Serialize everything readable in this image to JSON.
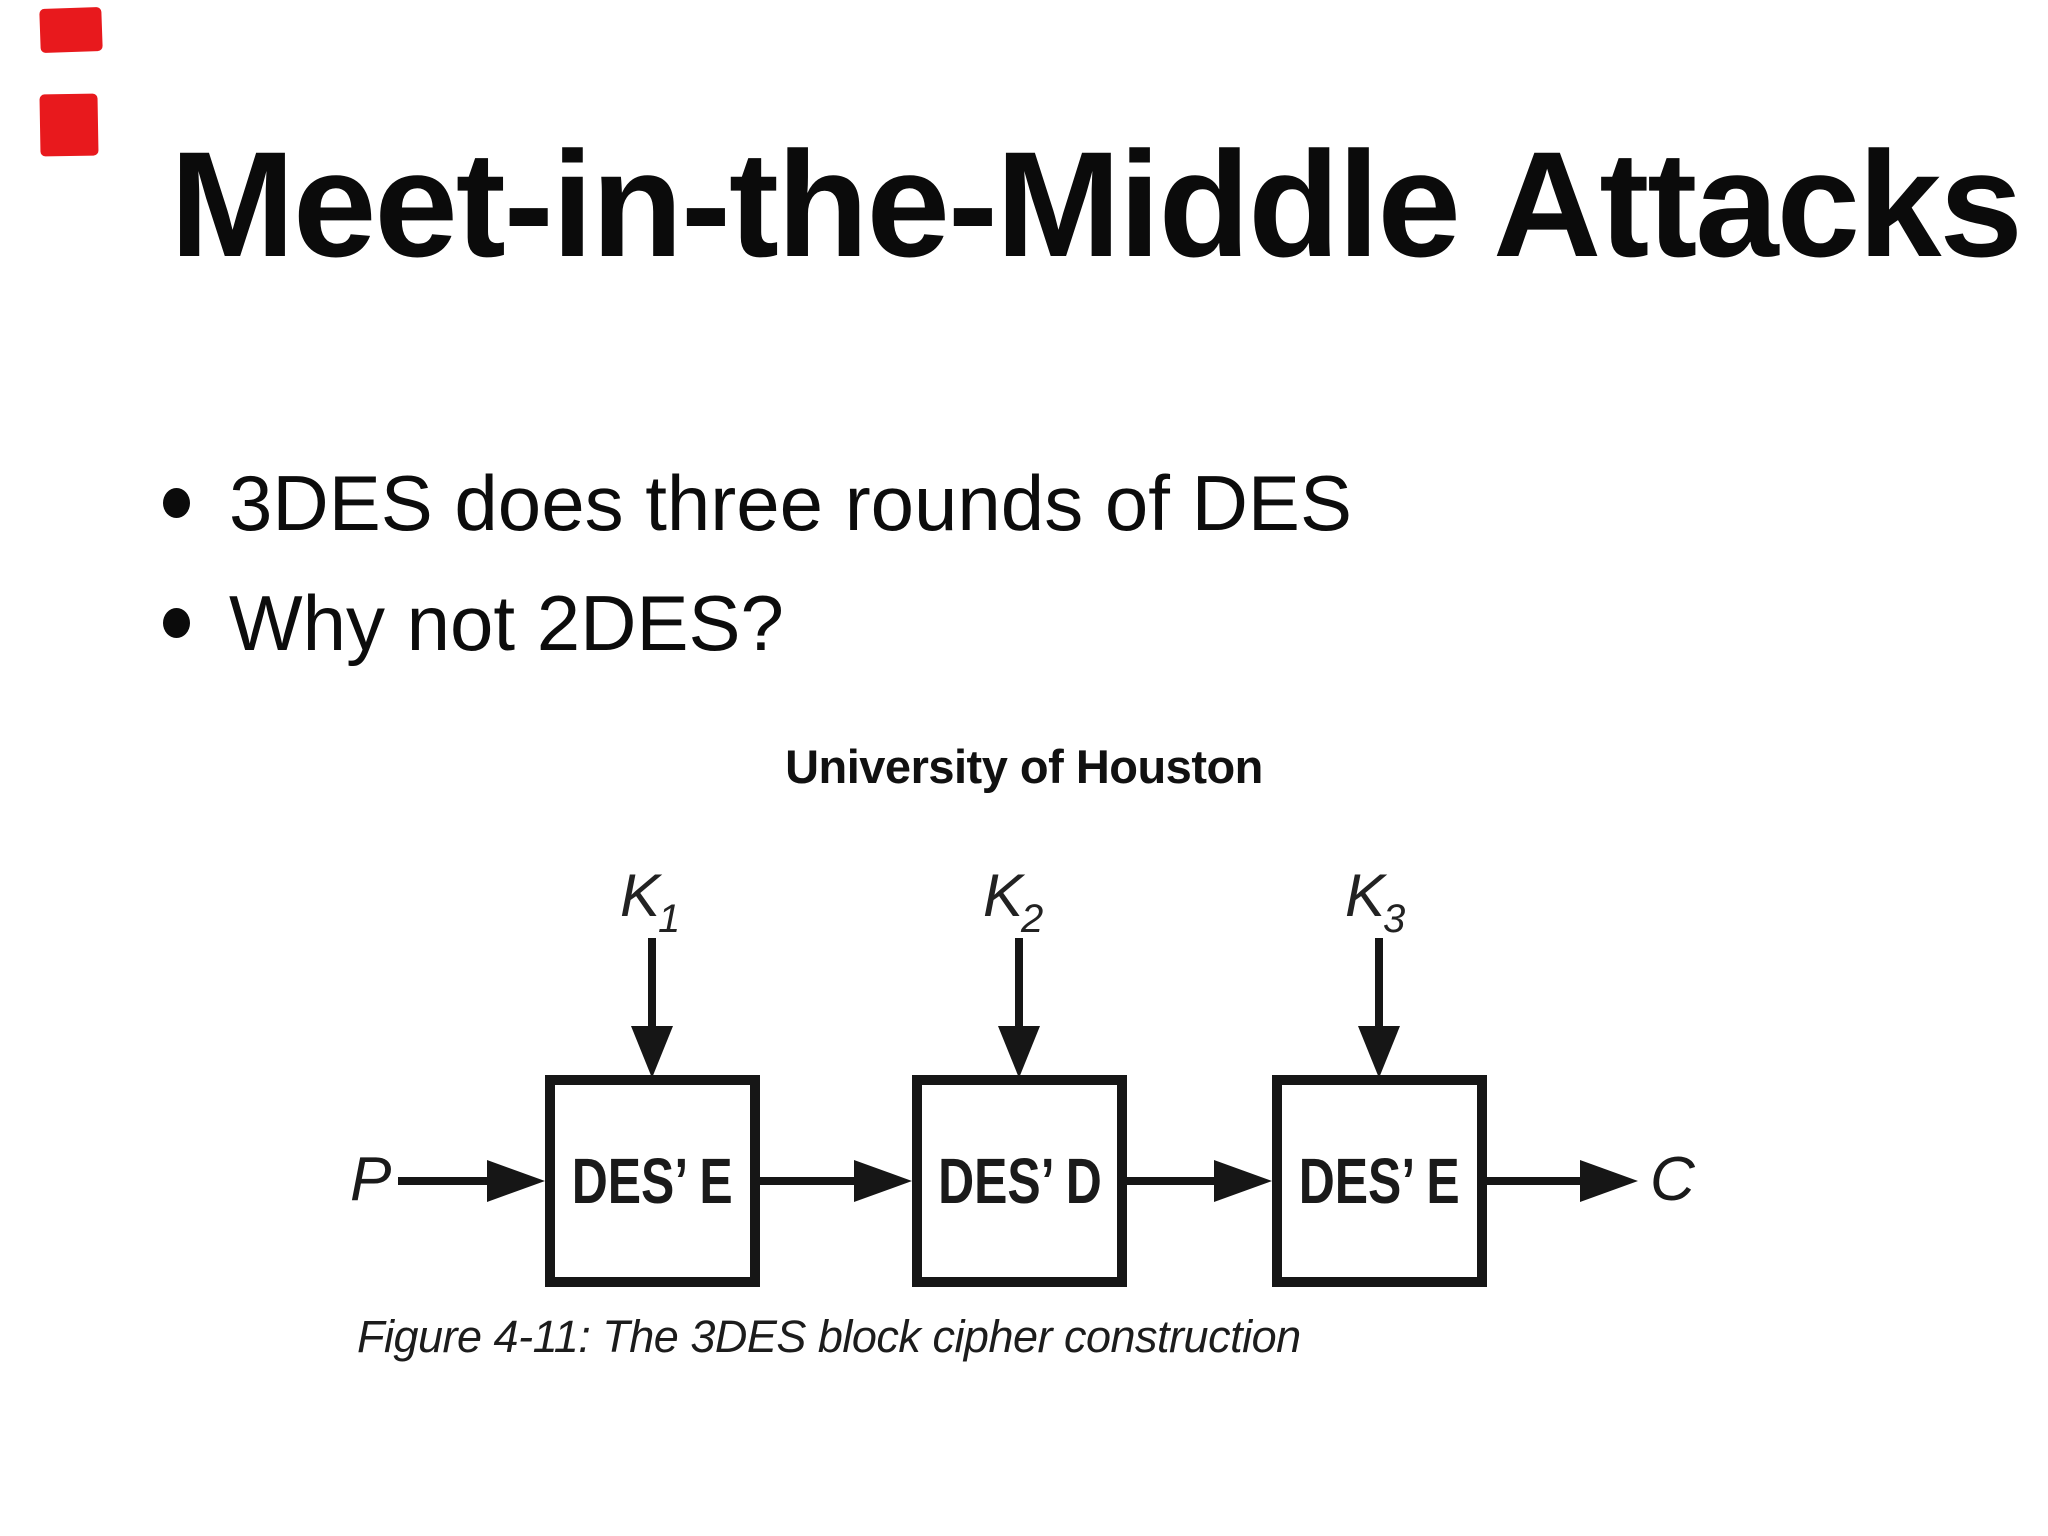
{
  "slide": {
    "title": "Meet-in-the-Middle Attacks",
    "bullets": [
      "3DES does three rounds of DES",
      "Why not 2DES?"
    ],
    "watermark": "University of Houston",
    "figure": {
      "caption": "Figure 4-11: The 3DES block cipher construction",
      "input_label": "P",
      "output_label": "C",
      "boxes": [
        {
          "label": "DES’ E",
          "key": {
            "base": "K",
            "sub": "1"
          }
        },
        {
          "label": "DES’ D",
          "key": {
            "base": "K",
            "sub": "2"
          }
        },
        {
          "label": "DES’ E",
          "key": {
            "base": "K",
            "sub": "3"
          }
        }
      ]
    },
    "annotation": {
      "color": "#e8191d",
      "marks": 2
    }
  }
}
